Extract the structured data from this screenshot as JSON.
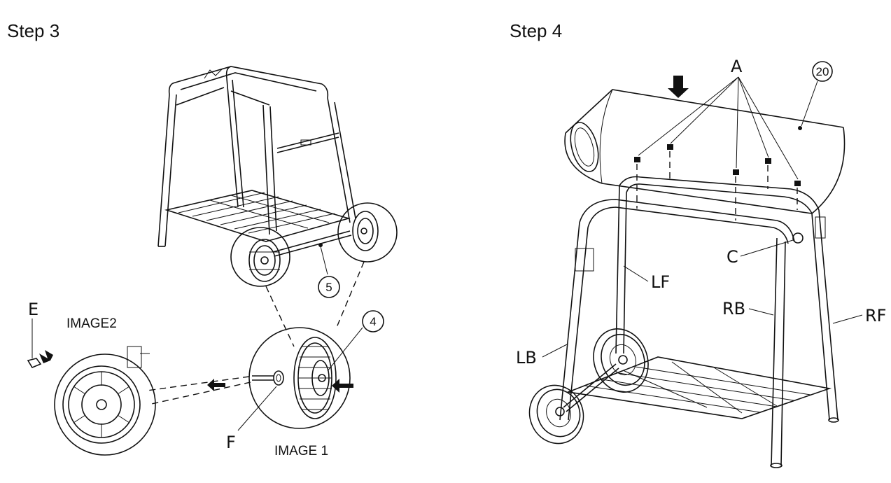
{
  "step3": {
    "title": "Step 3",
    "image1_caption": "IMAGE 1",
    "image2_caption": "IMAGE2",
    "callouts": {
      "part5": "5",
      "part4": "4",
      "letter_e": "E",
      "letter_f": "F"
    }
  },
  "step4": {
    "title": "Step 4",
    "callouts": {
      "bolts_a": "A",
      "part20": "20",
      "nut_c": "C",
      "leg_lf": "LF",
      "leg_rb": "RB",
      "leg_rf": "RF",
      "leg_lb": "LB"
    }
  }
}
